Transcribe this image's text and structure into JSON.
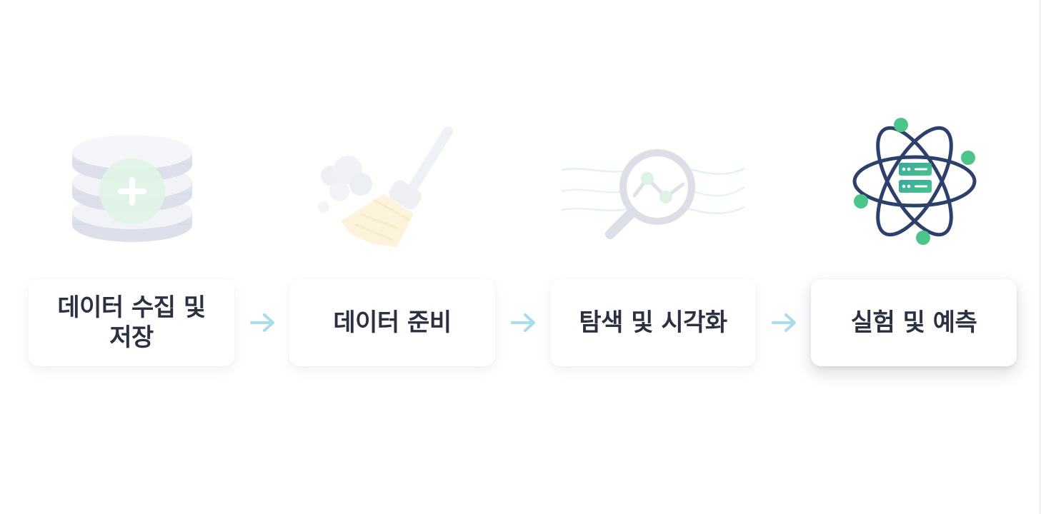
{
  "steps": [
    {
      "label": "데이터 수집 및 저장",
      "icon": "database-plus-icon"
    },
    {
      "label": "데이터 준비",
      "icon": "broom-icon"
    },
    {
      "label": "탐색 및 시각화",
      "icon": "magnifier-chart-icon"
    },
    {
      "label": "실험 및 예측",
      "icon": "atom-server-icon"
    }
  ],
  "colors": {
    "text": "#2b3140",
    "arrow": "#a9ddec",
    "accent_green": "#4cc48a",
    "atom_navy": "#2d3f6b"
  }
}
